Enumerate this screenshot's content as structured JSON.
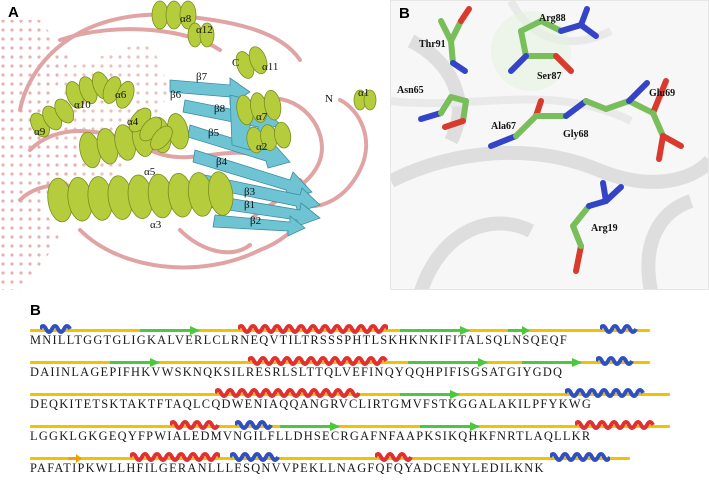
{
  "figure": {
    "panel_a_label": "A",
    "panel_b_label": "B",
    "panel_c_label": "B"
  },
  "panel_a": {
    "terminus_labels": [
      "N",
      "C"
    ],
    "helix_labels": [
      "α1",
      "α2",
      "α3",
      "α4",
      "α5",
      "α6",
      "α7",
      "α8",
      "α9",
      "α10",
      "α11",
      "α12"
    ],
    "strand_labels": [
      "β1",
      "β2",
      "β3",
      "β4",
      "β5",
      "β6",
      "β7",
      "β8"
    ],
    "colors": {
      "helix": "#b5cc3c",
      "strand": "#6fc4d4",
      "loop": "#e0a4a4",
      "dots": "#e8b0b0"
    }
  },
  "panel_b": {
    "residues": [
      "Thr91",
      "Arg88",
      "Ser87",
      "Asn65",
      "Ala67",
      "Gly68",
      "Glu69",
      "Arg19"
    ],
    "colors": {
      "carbon": "#78bf5c",
      "nitrogen": "#3344c8",
      "oxygen": "#d83b2e"
    }
  },
  "panel_c": {
    "sequence_rows": [
      "MNILLTGGTGLIGKALVERLCLRNEQVTILTRSSSPHTLSKHKNKIFITALSQLNSQEQF",
      "DAIINLAGEPIFHKVWSKNQKSILRESRLSLTTQLVEFINQYQQHPIFISGSATGIYGDQ",
      "DEQKITETSKTAKTFTAQLCQDWENIAQQANGRVCLIRTGMVFSTKGGALAKILPFYKWG",
      "LGGKLGKGEQYFPWIALEDMVNGILFLLDHSECRGAFNFAAPKSIKQHKFNRTLAQLLKR",
      "PAFATIPKWLLHFILGERANLLLESQNVVPEKLLNAGFQFQYADCENYLEDILKNK"
    ],
    "colors": {
      "coil": "#f2c200",
      "strand": "#4cc83c",
      "helix_alpha": "#e03030",
      "helix_310": "#3050c0"
    }
  }
}
